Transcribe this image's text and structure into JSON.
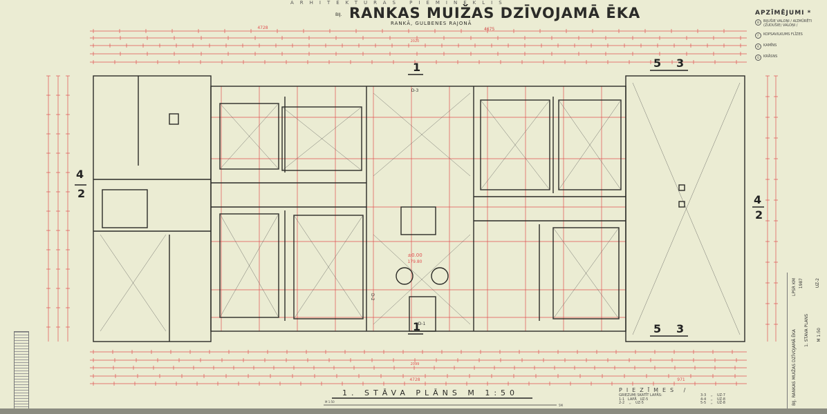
{
  "header": {
    "top_line": "ARHITEKTŪRAS PIEMINEKLIS",
    "prefix": "BIJ.",
    "title": "RANKAS MUIŽAS DZĪVOJAMĀ ĒKA",
    "subtitle": "RANKĀ, GULBENES RAJONĀ",
    "code": "4675"
  },
  "legend": {
    "title": "APZĪMĒJUMI *",
    "items": [
      {
        "symbol": "B",
        "label": "BIJUŠIE VALOŅI / AIZMŪRĒTI (ZUDUŠIE) VALOŅI /"
      },
      {
        "symbol": "F",
        "label": "KOPSAVILKUMS FLĪZES"
      },
      {
        "symbol": "K",
        "label": "KAMĪNS"
      },
      {
        "symbol": "G",
        "label": "KRĀSNS"
      }
    ]
  },
  "section_markers": {
    "top_1": "1",
    "bottom_1": "1",
    "left_4": "4",
    "left_2": "2",
    "right_4": "4",
    "right_2": "2",
    "top_5": "5",
    "top_3": "3",
    "bottom_5": "5",
    "bottom_3": "3"
  },
  "plan_labels": {
    "elevation_zero": "±0.00",
    "elevation_abs": "179.80",
    "door_d3": "D-3",
    "door_d1": "D-1",
    "door_d2": "D-2"
  },
  "dimensions": {
    "top_total": "4728",
    "top_mid": "2020",
    "bottom_total": "4728",
    "bottom_right": "971",
    "bottom_mid": "2099"
  },
  "plan_title": "1. STĀVA PLĀNS  M 1:50",
  "scale_bar": {
    "start": "M 1:50",
    "end": "5M"
  },
  "notes": {
    "title": "PIEZĪMES /",
    "lines": [
      "GRIEZUMI SKATĪT LAPĀS:",
      "1-1   LAPĀ   UZ-5",
      "2-2    ,,    UZ-5",
      "3-3    ,,    UZ-7",
      "4-4    ,,    UZ-8",
      "5-5    ,,    UZ-8"
    ]
  },
  "title_block": {
    "org": "LPSR KM",
    "project": "BIJ. RANKAS MUIŽAS DZĪVOJAMĀ ĒKA",
    "sheet_title": "1. STĀVA PLĀNS",
    "scale": "M 1:50",
    "sheet_no": "UZ-2",
    "year": "1987"
  },
  "colors": {
    "paper": "#ebecd3",
    "ink": "#2a2a26",
    "dimension": "#e05050"
  }
}
